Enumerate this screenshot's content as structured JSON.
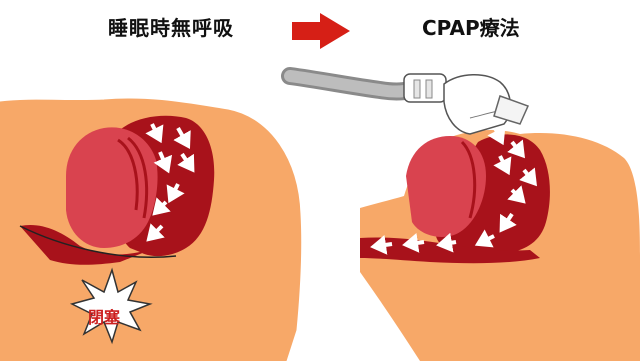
{
  "titles": {
    "left": "睡眠時無呼吸",
    "right": "CPAP療法"
  },
  "labels": {
    "obstruction": "閉塞"
  },
  "colors": {
    "skin": "#f7a868",
    "dark_red": "#a8121b",
    "tongue": "#d9434f",
    "arrow_red": "#d61f16",
    "mask": "#ffffff",
    "tube": "#a9a9a9"
  }
}
